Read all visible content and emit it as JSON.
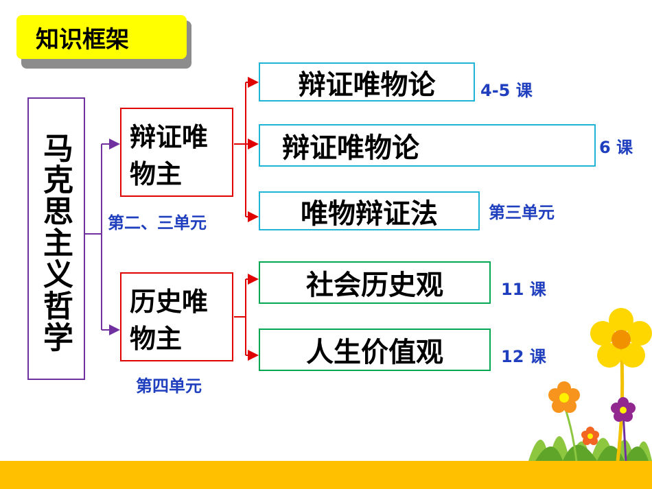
{
  "title": "知识框架",
  "root": {
    "label": "马克思主义哲学"
  },
  "branches": [
    {
      "label": "辩证唯物主",
      "note": "第二、三单元",
      "children": [
        {
          "label": "辩证唯物论",
          "note": "4-5 课"
        },
        {
          "label": "辩证唯物论",
          "note": "6 课"
        },
        {
          "label": "唯物辩证法",
          "note": "第三单元"
        }
      ]
    },
    {
      "label": "历史唯物主",
      "note": "第四单元",
      "children": [
        {
          "label": "社会历史观",
          "note": "11 课"
        },
        {
          "label": "人生价值观",
          "note": "12 课"
        }
      ]
    }
  ],
  "colors": {
    "title_bg": "#ffff00",
    "root_border": "#7030a0",
    "mid_border": "#e00000",
    "leaf_border_blue": "#1fb3d6",
    "leaf_border_green": "#00a650",
    "note_text": "#1f3fbf",
    "bottom_bar": "#ffc000"
  }
}
